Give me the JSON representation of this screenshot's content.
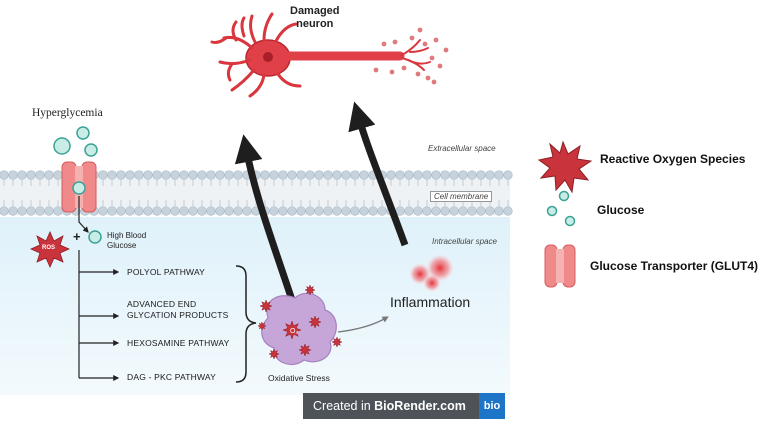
{
  "top": {
    "neuron_label_line1": "Damaged",
    "neuron_label_line2": "neuron"
  },
  "membrane": {
    "extracellular": "Extracellular space",
    "cell_membrane": "Cell membrane",
    "intracellular": "Intracellular space"
  },
  "left": {
    "hyperglycemia": "Hyperglycemia",
    "ros_badge": "ROS",
    "plus": "+",
    "high_blood_line1": "High Blood",
    "high_blood_line2": "Glucose"
  },
  "pathways": [
    {
      "line1": "POLYOL PATHWAY",
      "line2": ""
    },
    {
      "line1": "ADVANCED END",
      "line2": "GLYCATION PRODUCTS"
    },
    {
      "line1": "HEXOSAMINE PATHWAY",
      "line2": ""
    },
    {
      "line1": "DAG - PKC PATHWAY",
      "line2": ""
    }
  ],
  "center": {
    "oxidative_stress": "Oxidative Stress",
    "o2_label": "O₂",
    "inflammation": "Inflammation"
  },
  "legend": {
    "ros": "Reactive Oxygen Species",
    "glucose": "Glucose",
    "glut4": "Glucose Transporter (GLUT4)"
  },
  "badge": {
    "prefix": "Created in ",
    "brand": "BioRender.com",
    "logo": "bio"
  },
  "colors": {
    "neuron": "#d9363e",
    "ros": "#c9333b",
    "glucose_fill": "#c9ece6",
    "glucose_stroke": "#3aa394",
    "transporter": "#f08a8a",
    "membrane": "#c6d2dc",
    "intracellular": "#e9f6fc",
    "arrow": "#1e1e1e",
    "blob": "#c6a6d8"
  }
}
